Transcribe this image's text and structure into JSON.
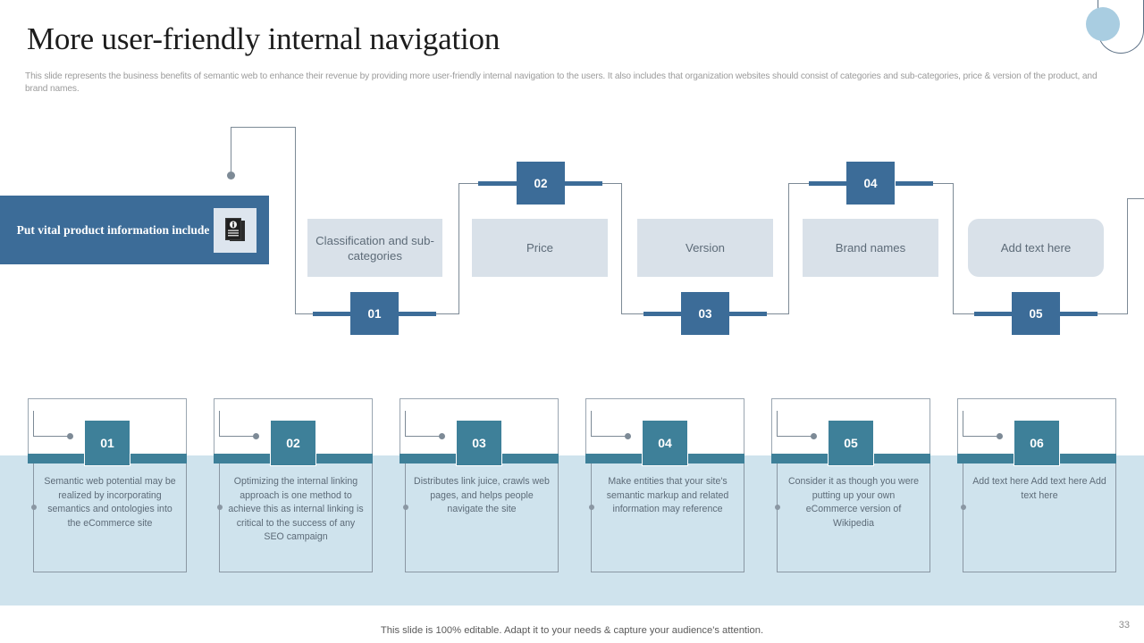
{
  "header": {
    "title": "More user-friendly internal navigation",
    "subtitle": "This slide represents the business benefits of semantic web to enhance their revenue by providing more user-friendly internal navigation to the users. It also includes that organization websites should consist of categories and sub-categories, price & version of the product, and brand names."
  },
  "callout": {
    "text": "Put vital product information include",
    "icon": "document-info-icon"
  },
  "flow": {
    "boxes": [
      {
        "label": "Classification and sub-categories",
        "number": "01"
      },
      {
        "label": "Price",
        "number": "02"
      },
      {
        "label": "Version",
        "number": "03"
      },
      {
        "label": "Brand names",
        "number": "04"
      },
      {
        "label": "Add text here",
        "number": "05"
      }
    ]
  },
  "cards": [
    {
      "number": "01",
      "text": "Semantic web potential may be realized by incorporating semantics and ontologies into the eCommerce site"
    },
    {
      "number": "02",
      "text": "Optimizing the internal linking approach is one method to achieve this as internal linking is critical to the success of any SEO campaign"
    },
    {
      "number": "03",
      "text": "Distributes link juice, crawls web pages, and helps people navigate the site"
    },
    {
      "number": "04",
      "text": "Make entities that your site's semantic markup and related information may reference"
    },
    {
      "number": "05",
      "text": "Consider it as though you were putting up your own eCommerce version of Wikipedia"
    },
    {
      "number": "06",
      "text": "Add text here Add text here Add text here"
    }
  ],
  "footer": {
    "note": "This slide is 100% editable. Adapt it to your needs & capture your audience's attention.",
    "page_number": "33"
  },
  "colors": {
    "navy": "#3c6c98",
    "teal": "#3e8099",
    "flow_box": "#d9e1e9",
    "band": "#cfe3ed",
    "connector": "#7d8a96",
    "deco_circle": "#a9cde1"
  }
}
